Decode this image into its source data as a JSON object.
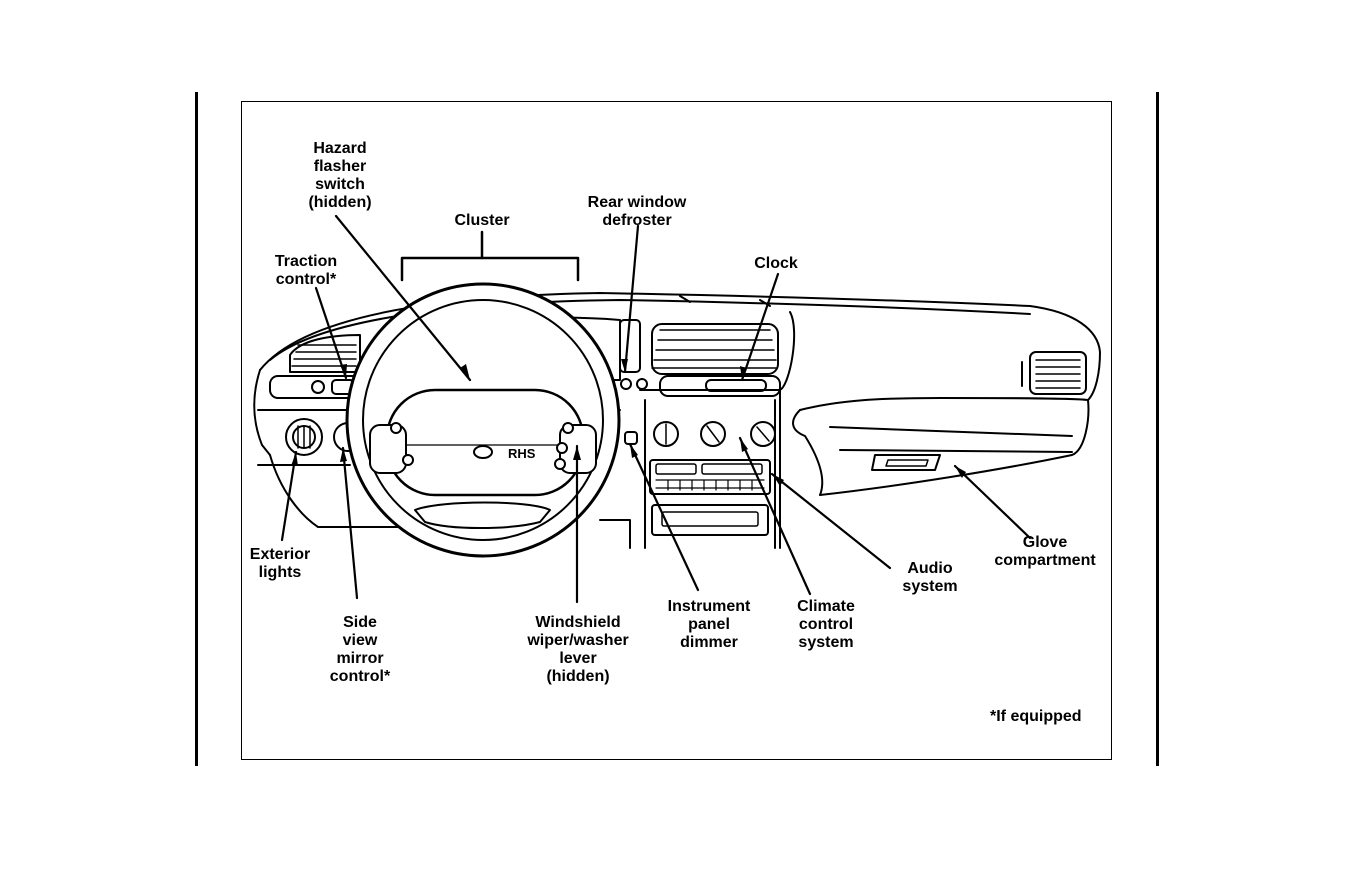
{
  "labels": {
    "hazard": "Hazard\nflasher\nswitch\n(hidden)",
    "cluster": "Cluster",
    "rear_defroster": "Rear window\ndefroster",
    "clock": "Clock",
    "traction": "Traction\ncontrol*",
    "exterior_lights": "Exterior\nlights",
    "side_mirror": "Side\nview\nmirror\ncontrol*",
    "wiper": "Windshield\nwiper/washer\nlever\n(hidden)",
    "dimmer": "Instrument\npanel\ndimmer",
    "climate": "Climate\ncontrol\nsystem",
    "audio": "Audio\nsystem",
    "glove": "Glove\ncompartment"
  },
  "footnote": "*If equipped",
  "wheel_badge": "RHS",
  "colors": {
    "ink": "#000000",
    "paper": "#ffffff"
  }
}
